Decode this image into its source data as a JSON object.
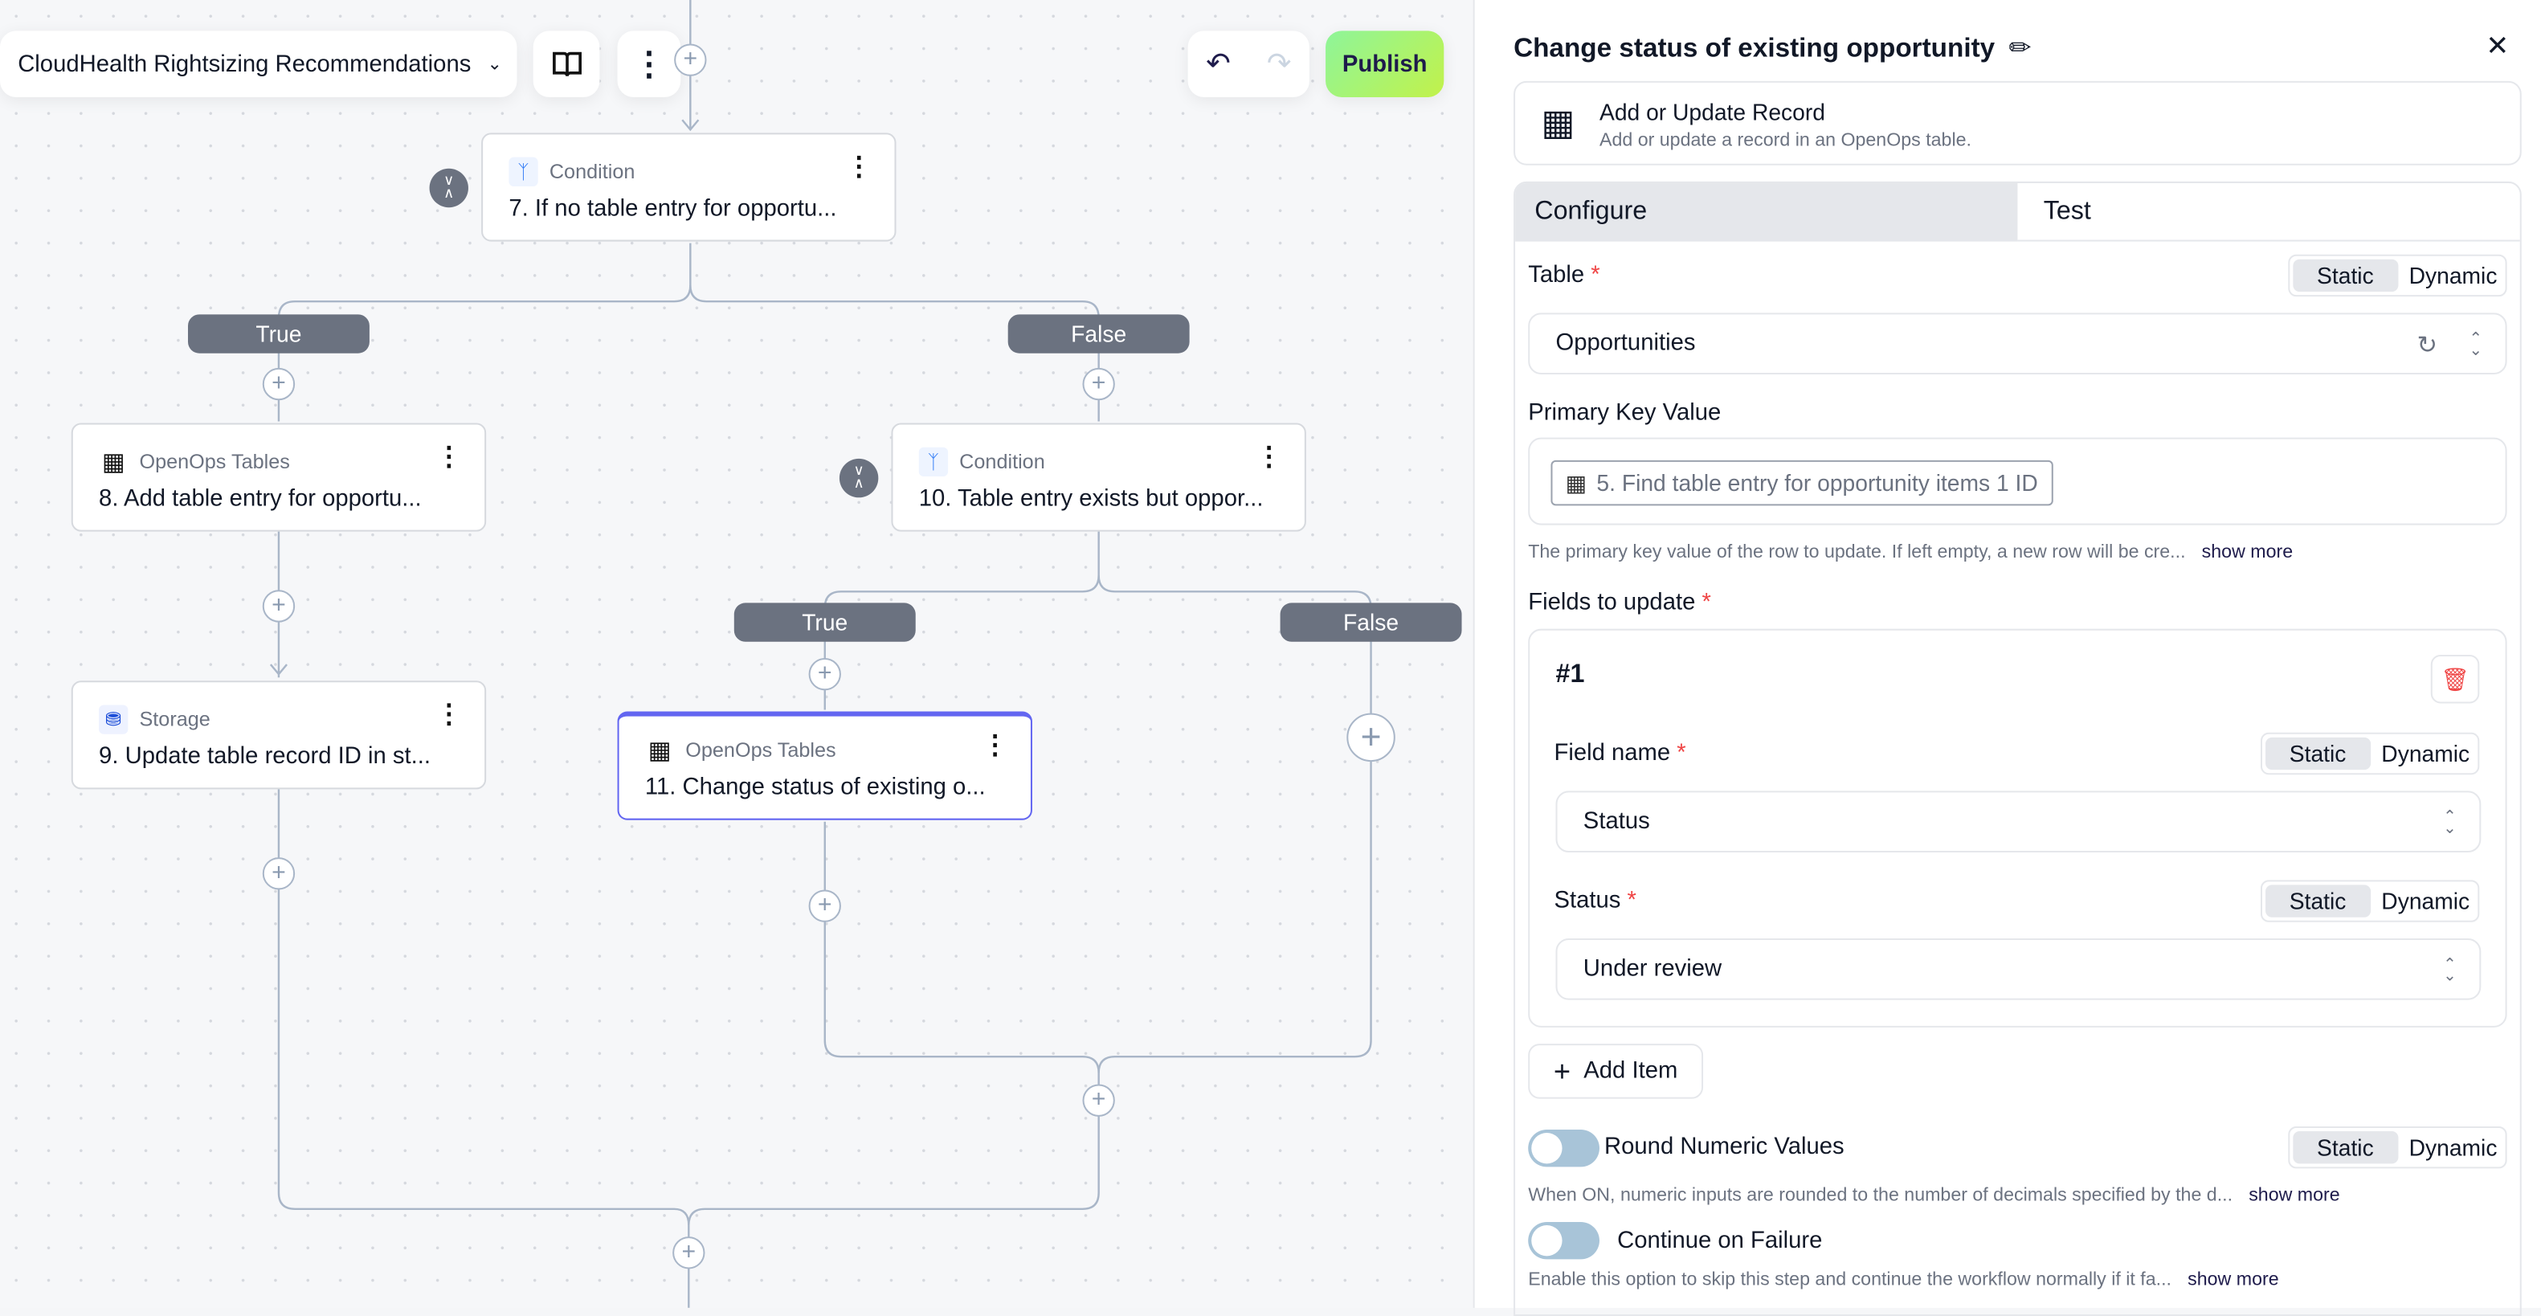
{
  "toolbar": {
    "flow_title": "CloudHealth Rightsizing Recommendations",
    "publish_label": "Publish",
    "icons": [
      "chevron-down-icon",
      "book-icon",
      "more-vertical-icon",
      "undo-icon",
      "redo-icon"
    ],
    "publish_color": "#a3f27a"
  },
  "canvas": {
    "nodes": [
      {
        "type": "Condition",
        "title": "7. If no table entry for opportu..."
      },
      {
        "type": "OpenOps Tables",
        "title": "8. Add table entry for opportu..."
      },
      {
        "type": "Storage",
        "title": "9. Update table record ID in st..."
      },
      {
        "type": "Condition",
        "title": "10. Table entry exists but oppor..."
      },
      {
        "type": "OpenOps Tables",
        "title": "11. Change status of existing o...",
        "selected": true
      }
    ],
    "branches": [
      "True",
      "False",
      "True",
      "False"
    ],
    "plus": "+"
  },
  "panel": {
    "title": "Change status of existing opportunity",
    "action": {
      "name": "Add or Update Record",
      "description": "Add or update a record in an OpenOps table."
    },
    "tabs": [
      {
        "label": "Configure",
        "active": true
      },
      {
        "label": "Test",
        "active": false
      }
    ],
    "static_label": "Static",
    "dynamic_label": "Dynamic",
    "table": {
      "label": "Table",
      "value": "Opportunities"
    },
    "primary_key": {
      "label": "Primary Key Value",
      "chip": "5. Find table entry for opportunity items 1 ID",
      "help": "The primary key value of the row to update. If left empty, a new row will be cre..."
    },
    "show_more": "show more",
    "fields": {
      "label": "Fields to update",
      "item_label": "#1",
      "field_name_label": "Field name",
      "field_name_value": "Status",
      "status_label": "Status",
      "status_value": "Under review",
      "add_item": "Add Item"
    },
    "round": {
      "label": "Round Numeric Values",
      "on": false,
      "help": "When ON, numeric inputs are rounded to the number of decimals specified by the d..."
    },
    "continue": {
      "label": "Continue on Failure",
      "on": false,
      "help": "Enable this option to skip this step and continue the workflow normally if it fa..."
    }
  }
}
